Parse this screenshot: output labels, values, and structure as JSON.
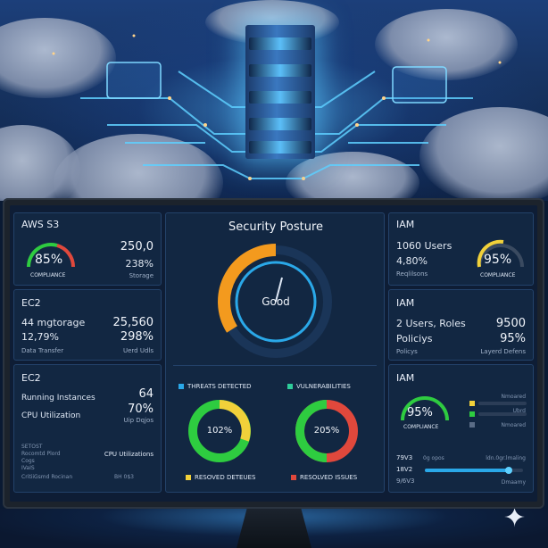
{
  "colors": {
    "accent": "#2aa8e8",
    "green": "#2ecc40",
    "red": "#e0483c",
    "yellow": "#f1d13a",
    "orange": "#f39a1e"
  },
  "aws_s3": {
    "title": "AWS S3",
    "gauge_value": "85%",
    "gauge_label": "COMPLIANCE",
    "value1": "250,0",
    "value2": "238%",
    "value2_label": "Storage"
  },
  "ec2_a": {
    "title": "EC2",
    "row1_left": "44 mgtorage",
    "row1_right": "25,560",
    "row2_left": "12,79%",
    "row2_right": "298%",
    "label_left": "Data Transfer",
    "label_right": "Uerd Udls"
  },
  "ec2_b": {
    "title": "EC2",
    "row1_label": "Running Instances",
    "row1_value": "64",
    "row2_label": "CPU Utilization",
    "row2_value": "70%",
    "row2_sub": "Uip Dqjos",
    "footer_lines": [
      "SETOST",
      "Rocomtd Plord",
      "Cogs",
      "IVaIS",
      "CritiiGsmd Rocinan"
    ],
    "footer_right1": "CPU Utilizations",
    "footer_right2": "BH 0$3"
  },
  "posture": {
    "title": "Security Posture",
    "gauge_label": "Good",
    "threats_label": "THREATS DETECTED",
    "threats_value": "102%",
    "threats_resolved": "RESOVED DETEUES",
    "vuln_label": "VULNERABILITIES",
    "vuln_value": "205%",
    "vuln_resolved": "RESOLVED ISSUES"
  },
  "iam_a": {
    "title": "IAM",
    "users": "1060 Users",
    "pct": "4,80%",
    "sub": "Reqlilsons",
    "gauge_value": "95%",
    "gauge_label": "COMPLIANCE"
  },
  "iam_b": {
    "title": "IAM",
    "row1_left": "2 Users, Roles",
    "row1_right": "9500",
    "row2_left": "Policiys",
    "row2_right": "95%",
    "label_left": "Policys",
    "label_right": "Layerd Defens"
  },
  "iam_c": {
    "title": "IAM",
    "gauge_value": "95%",
    "gauge_label": "COMPLIANCE",
    "legend": [
      "Nmoared",
      "Ubrd",
      "Nmoared"
    ],
    "slider_rows": [
      {
        "left": "79V3",
        "mid": "0g opos",
        "right": "ldn.0gr.lmaling"
      },
      {
        "left": "18V2",
        "mid": "",
        "right": ""
      },
      {
        "left": "9/6V3",
        "mid": "",
        "right": "Dmaamy"
      }
    ],
    "slider_value": 0.85
  }
}
